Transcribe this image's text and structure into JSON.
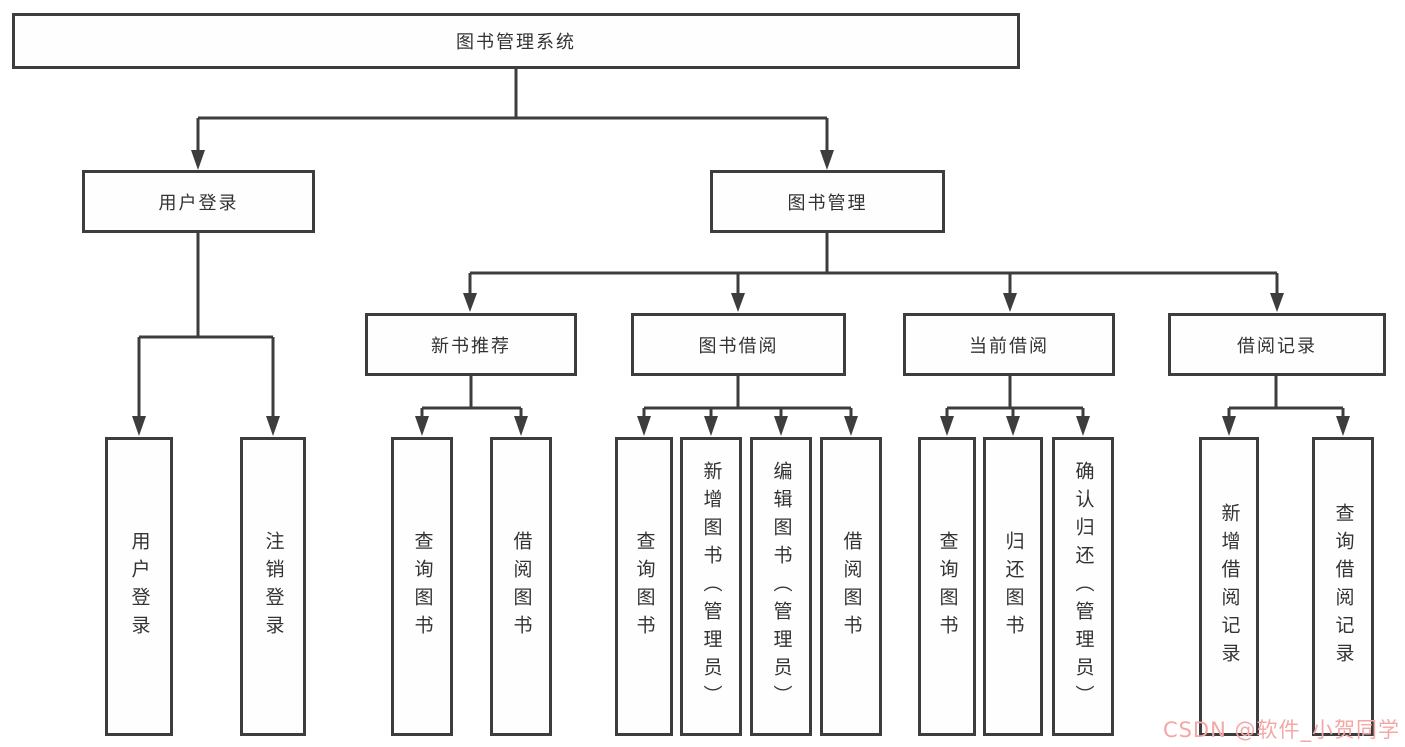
{
  "tree": {
    "root": "图书管理系统",
    "children": [
      {
        "label": "用户登录",
        "children": [
          {
            "label": "用户登录"
          },
          {
            "label": "注销登录"
          }
        ]
      },
      {
        "label": "图书管理",
        "children": [
          {
            "label": "新书推荐",
            "children": [
              {
                "label": "查询图书"
              },
              {
                "label": "借阅图书"
              }
            ]
          },
          {
            "label": "图书借阅",
            "children": [
              {
                "label": "查询图书"
              },
              {
                "label": "新增图书（管理员）"
              },
              {
                "label": "编辑图书（管理员）"
              },
              {
                "label": "借阅图书"
              }
            ]
          },
          {
            "label": "当前借阅",
            "children": [
              {
                "label": "查询图书"
              },
              {
                "label": "归还图书"
              },
              {
                "label": "确认归还（管理员）"
              }
            ]
          },
          {
            "label": "借阅记录",
            "children": [
              {
                "label": "新增借阅记录"
              },
              {
                "label": "查询借阅记录"
              }
            ]
          }
        ]
      }
    ]
  },
  "watermark": {
    "text": "CSDN @软件_小贺同学",
    "color": "#f5a6a6"
  },
  "colors": {
    "line": "#3d3d3d",
    "box_border": "#3d3d3d",
    "text": "#333333",
    "background": "#ffffff"
  }
}
